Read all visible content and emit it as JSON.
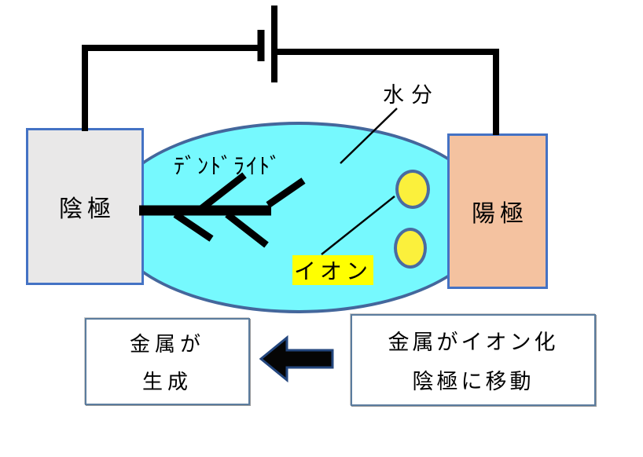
{
  "diagram": {
    "electrodes": {
      "cathode_label": "陰極",
      "anode_label": "陽極"
    },
    "annotations": {
      "moisture_label": "水分",
      "dendrite_label": "ﾃﾞﾝﾄﾞﾗｲﾄﾞ",
      "ion_label": "イオン"
    },
    "process": {
      "result_box": {
        "line1": "金属が",
        "line2": "生成"
      },
      "cause_box": {
        "line1": "金属がイオン化",
        "line2": "陰極に移動"
      }
    },
    "colors": {
      "electrolyte_fill": "#76F9FE",
      "electrolyte_border": "#44679C",
      "cathode_fill": "#E9E8E8",
      "anode_fill": "#F4C2A0",
      "electrode_border": "#4472C4",
      "ion_fill": "#FBF03C",
      "ion_border": "#4A6BA0",
      "ion_label_highlight": "#FFFF00",
      "wire": "#000000",
      "process_box_border": "#5B7C9E",
      "arrow_fill": "#050505",
      "arrow_outline": "#24477E"
    }
  }
}
